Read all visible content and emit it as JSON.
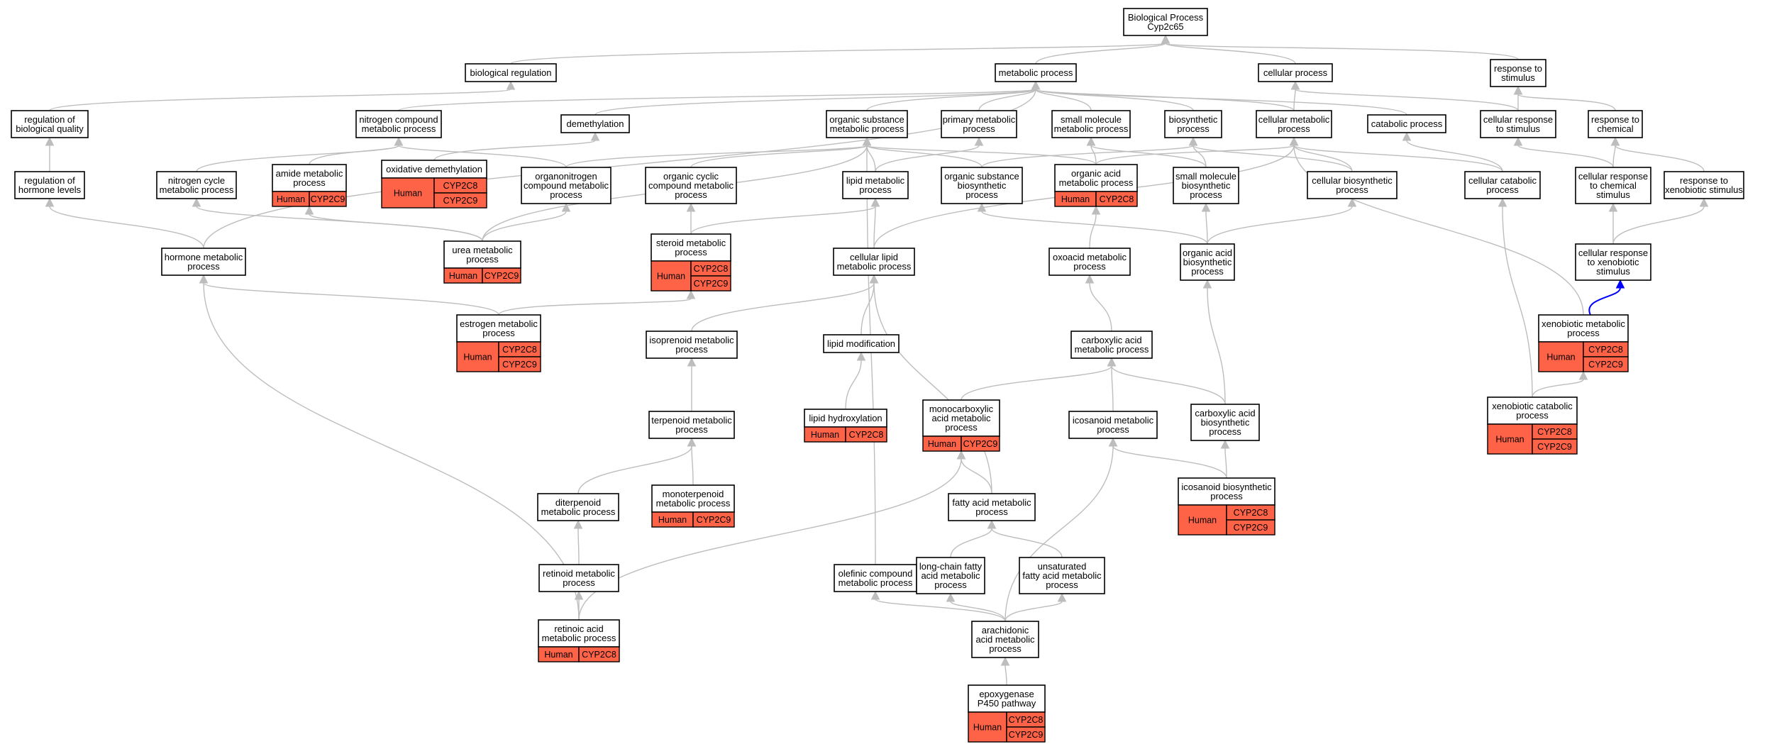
{
  "graph": {
    "colors": {
      "edge": "#bdbdbd",
      "highlight_edge": "#0000ff",
      "annotation": "#ff6347",
      "border": "#000000"
    },
    "nodes": [
      {
        "id": "root",
        "lines": [
          "Biological Process",
          "Cyp2c65"
        ]
      },
      {
        "id": "bioreg",
        "lines": [
          "biological regulation"
        ]
      },
      {
        "id": "metab",
        "lines": [
          "metabolic process"
        ]
      },
      {
        "id": "cellproc",
        "lines": [
          "cellular process"
        ]
      },
      {
        "id": "respstim",
        "lines": [
          "response to",
          "stimulus"
        ]
      },
      {
        "id": "regbq",
        "lines": [
          "regulation of",
          "biological quality"
        ]
      },
      {
        "id": "nitro",
        "lines": [
          "nitrogen compound",
          "metabolic process"
        ]
      },
      {
        "id": "demeth",
        "lines": [
          "demethylation"
        ]
      },
      {
        "id": "orgsub",
        "lines": [
          "organic substance",
          "metabolic process"
        ]
      },
      {
        "id": "primmet",
        "lines": [
          "primary metabolic",
          "process"
        ]
      },
      {
        "id": "smallmol",
        "lines": [
          "small molecule",
          "metabolic process"
        ]
      },
      {
        "id": "biosyn",
        "lines": [
          "biosynthetic",
          "process"
        ]
      },
      {
        "id": "cellmet",
        "lines": [
          "cellular metabolic",
          "process"
        ]
      },
      {
        "id": "catab",
        "lines": [
          "catabolic process"
        ]
      },
      {
        "id": "cellresp",
        "lines": [
          "cellular response",
          "to stimulus"
        ]
      },
      {
        "id": "respchem",
        "lines": [
          "response to",
          "chemical"
        ]
      },
      {
        "id": "reghorm",
        "lines": [
          "regulation of",
          "hormone levels"
        ]
      },
      {
        "id": "nitcyc",
        "lines": [
          "nitrogen cycle",
          "metabolic process"
        ]
      },
      {
        "id": "amide",
        "lines": [
          "amide metabolic",
          "process"
        ],
        "ann": [
          {
            "org": "Human",
            "genes": [
              "CYP2C9"
            ]
          }
        ]
      },
      {
        "id": "oxdem",
        "lines": [
          "oxidative demethylation"
        ],
        "ann": [
          {
            "org": "Human",
            "genes": [
              "CYP2C8",
              "CYP2C9"
            ]
          }
        ]
      },
      {
        "id": "orgnitro",
        "lines": [
          "organonitrogen",
          "compound metabolic",
          "process"
        ]
      },
      {
        "id": "orgcyc",
        "lines": [
          "organic cyclic",
          "compound metabolic",
          "process"
        ]
      },
      {
        "id": "lipid",
        "lines": [
          "lipid metabolic",
          "process"
        ]
      },
      {
        "id": "orgsubbio",
        "lines": [
          "organic substance",
          "biosynthetic",
          "process"
        ]
      },
      {
        "id": "orgacid",
        "lines": [
          "organic acid",
          "metabolic process"
        ],
        "ann": [
          {
            "org": "Human",
            "genes": [
              "CYP2C8"
            ]
          }
        ]
      },
      {
        "id": "smallbio",
        "lines": [
          "small molecule",
          "biosynthetic",
          "process"
        ]
      },
      {
        "id": "cellbio",
        "lines": [
          "cellular biosynthetic",
          "process"
        ]
      },
      {
        "id": "cellcat",
        "lines": [
          "cellular catabolic",
          "process"
        ]
      },
      {
        "id": "cellrespchem",
        "lines": [
          "cellular response",
          "to chemical",
          "stimulus"
        ]
      },
      {
        "id": "respxeno",
        "lines": [
          "response to",
          "xenobiotic stimulus"
        ]
      },
      {
        "id": "hormone",
        "lines": [
          "hormone metabolic",
          "process"
        ]
      },
      {
        "id": "urea",
        "lines": [
          "urea metabolic",
          "process"
        ],
        "ann": [
          {
            "org": "Human",
            "genes": [
              "CYP2C9"
            ]
          }
        ]
      },
      {
        "id": "steroid",
        "lines": [
          "steroid metabolic",
          "process"
        ],
        "ann": [
          {
            "org": "Human",
            "genes": [
              "CYP2C8",
              "CYP2C9"
            ]
          }
        ]
      },
      {
        "id": "celllipid",
        "lines": [
          "cellular lipid",
          "metabolic process"
        ]
      },
      {
        "id": "oxoacid",
        "lines": [
          "oxoacid metabolic",
          "process"
        ]
      },
      {
        "id": "orgacidbio",
        "lines": [
          "organic acid",
          "biosynthetic",
          "process"
        ]
      },
      {
        "id": "cellrespxeno",
        "lines": [
          "cellular response",
          "to xenobiotic",
          "stimulus"
        ]
      },
      {
        "id": "estrogen",
        "lines": [
          "estrogen metabolic",
          "process"
        ],
        "ann": [
          {
            "org": "Human",
            "genes": [
              "CYP2C8",
              "CYP2C9"
            ]
          }
        ]
      },
      {
        "id": "isopren",
        "lines": [
          "isoprenoid metabolic",
          "process"
        ]
      },
      {
        "id": "lipmod",
        "lines": [
          "lipid modification"
        ]
      },
      {
        "id": "carbox",
        "lines": [
          "carboxylic acid",
          "metabolic process"
        ]
      },
      {
        "id": "xenomet",
        "lines": [
          "xenobiotic metabolic",
          "process"
        ],
        "ann": [
          {
            "org": "Human",
            "genes": [
              "CYP2C8",
              "CYP2C9"
            ]
          }
        ]
      },
      {
        "id": "terpen",
        "lines": [
          "terpenoid metabolic",
          "process"
        ]
      },
      {
        "id": "liphydrox",
        "lines": [
          "lipid hydroxylation"
        ],
        "ann": [
          {
            "org": "Human",
            "genes": [
              "CYP2C8"
            ]
          }
        ]
      },
      {
        "id": "monocarb",
        "lines": [
          "monocarboxylic",
          "acid metabolic",
          "process"
        ],
        "ann": [
          {
            "org": "Human",
            "genes": [
              "CYP2C9"
            ]
          }
        ]
      },
      {
        "id": "icosmet",
        "lines": [
          "icosanoid metabolic",
          "process"
        ]
      },
      {
        "id": "carbbio",
        "lines": [
          "carboxylic acid",
          "biosynthetic",
          "process"
        ]
      },
      {
        "id": "xenocat",
        "lines": [
          "xenobiotic catabolic",
          "process"
        ],
        "ann": [
          {
            "org": "Human",
            "genes": [
              "CYP2C8",
              "CYP2C9"
            ]
          }
        ]
      },
      {
        "id": "diterp",
        "lines": [
          "diterpenoid",
          "metabolic process"
        ]
      },
      {
        "id": "monoterp",
        "lines": [
          "monoterpenoid",
          "metabolic process"
        ],
        "ann": [
          {
            "org": "Human",
            "genes": [
              "CYP2C9"
            ]
          }
        ]
      },
      {
        "id": "fatty",
        "lines": [
          "fatty acid metabolic",
          "process"
        ]
      },
      {
        "id": "icosbio",
        "lines": [
          "icosanoid biosynthetic",
          "process"
        ],
        "ann": [
          {
            "org": "Human",
            "genes": [
              "CYP2C8",
              "CYP2C9"
            ]
          }
        ]
      },
      {
        "id": "retinoid",
        "lines": [
          "retinoid metabolic",
          "process"
        ]
      },
      {
        "id": "olefin",
        "lines": [
          "olefinic compound",
          "metabolic process"
        ]
      },
      {
        "id": "longchain",
        "lines": [
          "long-chain fatty",
          "acid metabolic",
          "process"
        ]
      },
      {
        "id": "unsat",
        "lines": [
          "unsaturated",
          "fatty acid metabolic",
          "process"
        ]
      },
      {
        "id": "retacid",
        "lines": [
          "retinoic acid",
          "metabolic process"
        ],
        "ann": [
          {
            "org": "Human",
            "genes": [
              "CYP2C8"
            ]
          }
        ]
      },
      {
        "id": "arach",
        "lines": [
          "arachidonic",
          "acid metabolic",
          "process"
        ]
      },
      {
        "id": "epox",
        "lines": [
          "epoxygenase",
          "P450 pathway"
        ],
        "ann": [
          {
            "org": "Human",
            "genes": [
              "CYP2C8",
              "CYP2C9"
            ]
          }
        ]
      }
    ],
    "edges": [
      [
        "bioreg",
        "root"
      ],
      [
        "metab",
        "root"
      ],
      [
        "cellproc",
        "root"
      ],
      [
        "respstim",
        "root"
      ],
      [
        "regbq",
        "bioreg"
      ],
      [
        "reghorm",
        "regbq"
      ],
      [
        "nitro",
        "metab"
      ],
      [
        "demeth",
        "metab"
      ],
      [
        "orgsub",
        "metab"
      ],
      [
        "primmet",
        "metab"
      ],
      [
        "smallmol",
        "metab"
      ],
      [
        "biosyn",
        "metab"
      ],
      [
        "cellmet",
        "metab"
      ],
      [
        "catab",
        "metab"
      ],
      [
        "hormone",
        "metab"
      ],
      [
        "cellmet",
        "cellproc"
      ],
      [
        "cellresp",
        "cellproc"
      ],
      [
        "cellresp",
        "respstim"
      ],
      [
        "respchem",
        "respstim"
      ],
      [
        "nitcyc",
        "nitro"
      ],
      [
        "amide",
        "nitro"
      ],
      [
        "orgnitro",
        "nitro"
      ],
      [
        "oxdem",
        "demeth"
      ],
      [
        "orgnitro",
        "orgsub"
      ],
      [
        "orgcyc",
        "orgsub"
      ],
      [
        "lipid",
        "orgsub"
      ],
      [
        "orgsubbio",
        "orgsub"
      ],
      [
        "orgacid",
        "orgsub"
      ],
      [
        "olefin",
        "orgsub"
      ],
      [
        "lipid",
        "primmet"
      ],
      [
        "orgacid",
        "smallmol"
      ],
      [
        "smallbio",
        "smallmol"
      ],
      [
        "orgsubbio",
        "biosyn"
      ],
      [
        "smallbio",
        "biosyn"
      ],
      [
        "cellbio",
        "biosyn"
      ],
      [
        "orgacid",
        "cellmet"
      ],
      [
        "cellbio",
        "cellmet"
      ],
      [
        "cellcat",
        "cellmet"
      ],
      [
        "celllipid",
        "cellmet"
      ],
      [
        "xenomet",
        "cellmet"
      ],
      [
        "cellcat",
        "catab"
      ],
      [
        "cellrespchem",
        "cellresp"
      ],
      [
        "cellrespchem",
        "respchem"
      ],
      [
        "respxeno",
        "respchem"
      ],
      [
        "hormone",
        "reghorm"
      ],
      [
        "urea",
        "nitcyc"
      ],
      [
        "urea",
        "orgnitro"
      ],
      [
        "urea",
        "amide"
      ],
      [
        "urea",
        "orgsub"
      ],
      [
        "steroid",
        "orgcyc"
      ],
      [
        "steroid",
        "lipid"
      ],
      [
        "celllipid",
        "lipid"
      ],
      [
        "orgacidbio",
        "orgsubbio"
      ],
      [
        "oxoacid",
        "orgacid"
      ],
      [
        "orgacidbio",
        "smallbio"
      ],
      [
        "orgacidbio",
        "cellbio"
      ],
      [
        "xenocat",
        "cellcat"
      ],
      [
        "cellrespxeno",
        "cellrespchem"
      ],
      [
        "cellrespxeno",
        "respxeno"
      ],
      [
        "estrogen",
        "hormone"
      ],
      [
        "estrogen",
        "steroid"
      ],
      [
        "retacid",
        "hormone"
      ],
      [
        "isopren",
        "celllipid"
      ],
      [
        "lipmod",
        "celllipid"
      ],
      [
        "fatty",
        "celllipid"
      ],
      [
        "carbox",
        "oxoacid"
      ],
      [
        "carbbio",
        "orgacidbio"
      ],
      [
        "terpen",
        "isopren"
      ],
      [
        "liphydrox",
        "lipmod"
      ],
      [
        "monocarb",
        "carbox"
      ],
      [
        "icosmet",
        "carbox"
      ],
      [
        "carbbio",
        "carbox"
      ],
      [
        "xenocat",
        "xenomet"
      ],
      [
        "diterp",
        "terpen"
      ],
      [
        "monoterp",
        "terpen"
      ],
      [
        "fatty",
        "monocarb"
      ],
      [
        "retacid",
        "monocarb"
      ],
      [
        "icosbio",
        "icosmet"
      ],
      [
        "icosbio",
        "carbbio"
      ],
      [
        "retinoid",
        "diterp"
      ],
      [
        "longchain",
        "fatty"
      ],
      [
        "unsat",
        "fatty"
      ],
      [
        "retacid",
        "retinoid"
      ],
      [
        "arach",
        "olefin"
      ],
      [
        "arach",
        "longchain"
      ],
      [
        "arach",
        "unsat"
      ],
      [
        "arach",
        "icosmet"
      ],
      [
        "epox",
        "arach"
      ]
    ],
    "highlight_edges": [
      [
        "xenomet",
        "cellrespxeno"
      ]
    ]
  }
}
